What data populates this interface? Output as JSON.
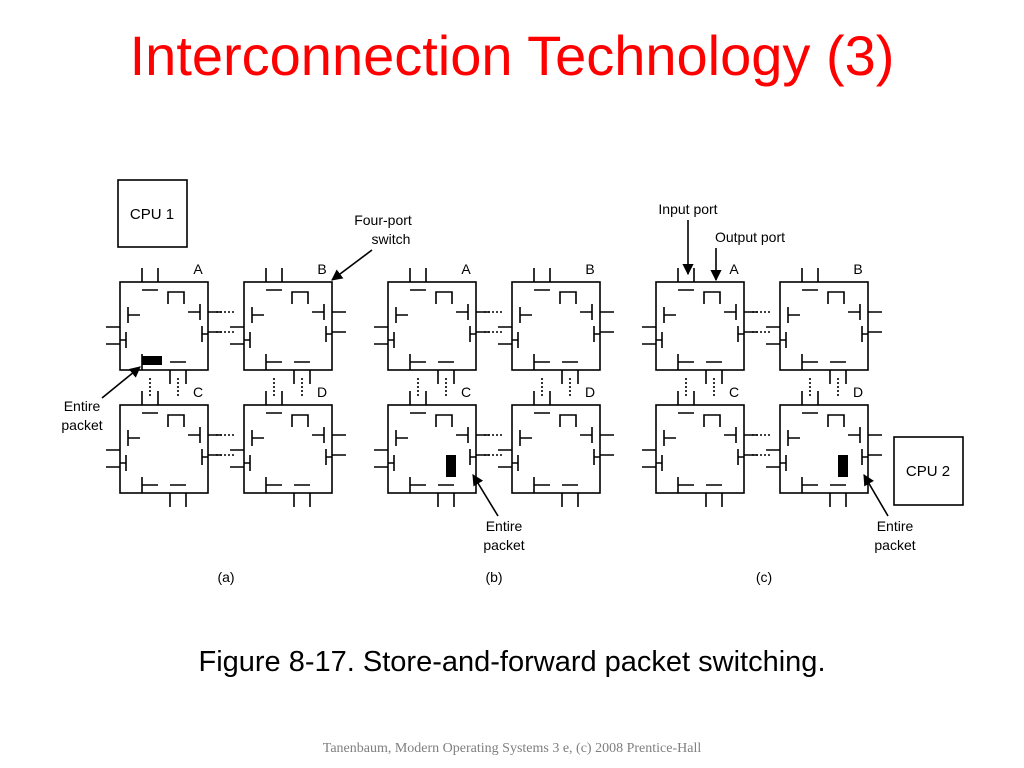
{
  "title": "Interconnection Technology (3)",
  "caption": "Figure 8-17. Store-and-forward packet switching.",
  "footer": "Tanenbaum, Modern Operating Systems 3 e, (c) 2008 Prentice-Hall",
  "colors": {
    "title": "#ff0000",
    "footer": "#7f7f7f",
    "lines": "#000000"
  },
  "figure": {
    "cpu1_label": "CPU 1",
    "cpu2_label": "CPU 2",
    "four_port_switch_label": [
      "Four-port",
      "switch"
    ],
    "input_port_label": "Input port",
    "output_port_label": "Output port",
    "entire_packet_label": [
      "Entire",
      "packet"
    ],
    "switch_names": [
      "A",
      "B",
      "C",
      "D"
    ],
    "panels": [
      {
        "label": "(a)",
        "packet_at": "A"
      },
      {
        "label": "(b)",
        "packet_at": "C"
      },
      {
        "label": "(c)",
        "packet_at": "D"
      }
    ]
  }
}
